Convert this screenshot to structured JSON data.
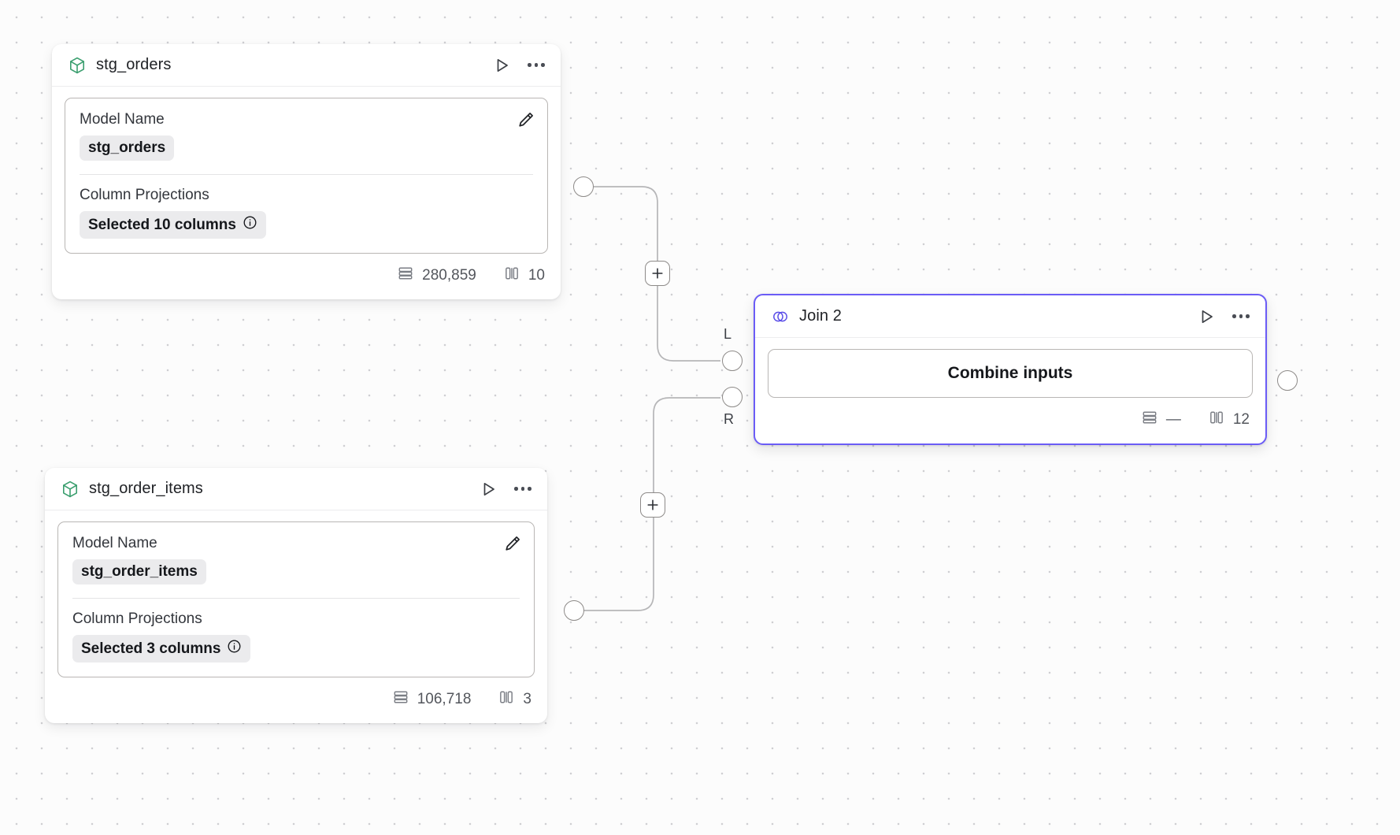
{
  "canvas": {
    "background_color": "#fcfcfc",
    "grid_dot_color": "#cfcfd2",
    "accent_color": "#6b5cf6",
    "model_icon_color": "#3a9e6e"
  },
  "nodes": [
    {
      "id": "stg_orders",
      "type_icon": "cube-icon",
      "title": "stg_orders",
      "run_icon": "play-icon",
      "menu_icon": "more-options-icon",
      "edit_icon": "pencil-icon",
      "fields": {
        "model_name_label": "Model Name",
        "model_name_value": "stg_orders",
        "column_projections_label": "Column Projections",
        "column_projections_value": "Selected 10 columns",
        "info_icon": "info-icon"
      },
      "footer": {
        "rows_icon": "rows-icon",
        "rows": "280,859",
        "columns_icon": "columns-icon",
        "columns": "10"
      }
    },
    {
      "id": "stg_order_items",
      "type_icon": "cube-icon",
      "title": "stg_order_items",
      "run_icon": "play-icon",
      "menu_icon": "more-options-icon",
      "edit_icon": "pencil-icon",
      "fields": {
        "model_name_label": "Model Name",
        "model_name_value": "stg_order_items",
        "column_projections_label": "Column Projections",
        "column_projections_value": "Selected 3 columns",
        "info_icon": "info-icon"
      },
      "footer": {
        "rows_icon": "rows-icon",
        "rows": "106,718",
        "columns_icon": "columns-icon",
        "columns": "3"
      }
    },
    {
      "id": "join_2",
      "type_icon": "join-venn-icon",
      "title": "Join 2",
      "run_icon": "play-icon",
      "menu_icon": "more-options-icon",
      "selected": true,
      "action_label": "Combine inputs",
      "input_port_labels": {
        "left": "L",
        "right": "R"
      },
      "footer": {
        "rows_icon": "rows-icon",
        "rows": "—",
        "columns_icon": "columns-icon",
        "columns": "12"
      }
    }
  ],
  "edge_controls": {
    "add_icon": "plus-icon",
    "add_label": "+"
  }
}
